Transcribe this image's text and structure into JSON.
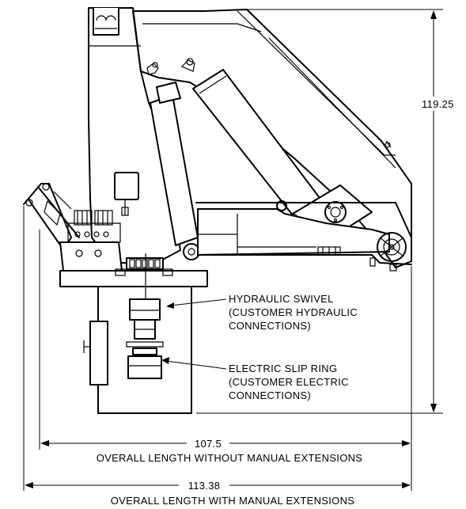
{
  "dimensions": {
    "height": "119.25",
    "length_without": "107.5",
    "length_without_label": "OVERALL LENGTH WITHOUT MANUAL EXTENSIONS",
    "length_with": "113.38",
    "length_with_label": "OVERALL LENGTH WITH MANUAL EXTENSIONS"
  },
  "callouts": {
    "hydraulic_swivel": [
      "HYDRAULIC SWIVEL",
      "(CUSTOMER HYDRAULIC",
      "CONNECTIONS)"
    ],
    "electric_slip_ring": [
      "ELECTRIC SLIP RING",
      "(CUSTOMER ELECTRIC",
      "CONNECTIONS)"
    ]
  }
}
